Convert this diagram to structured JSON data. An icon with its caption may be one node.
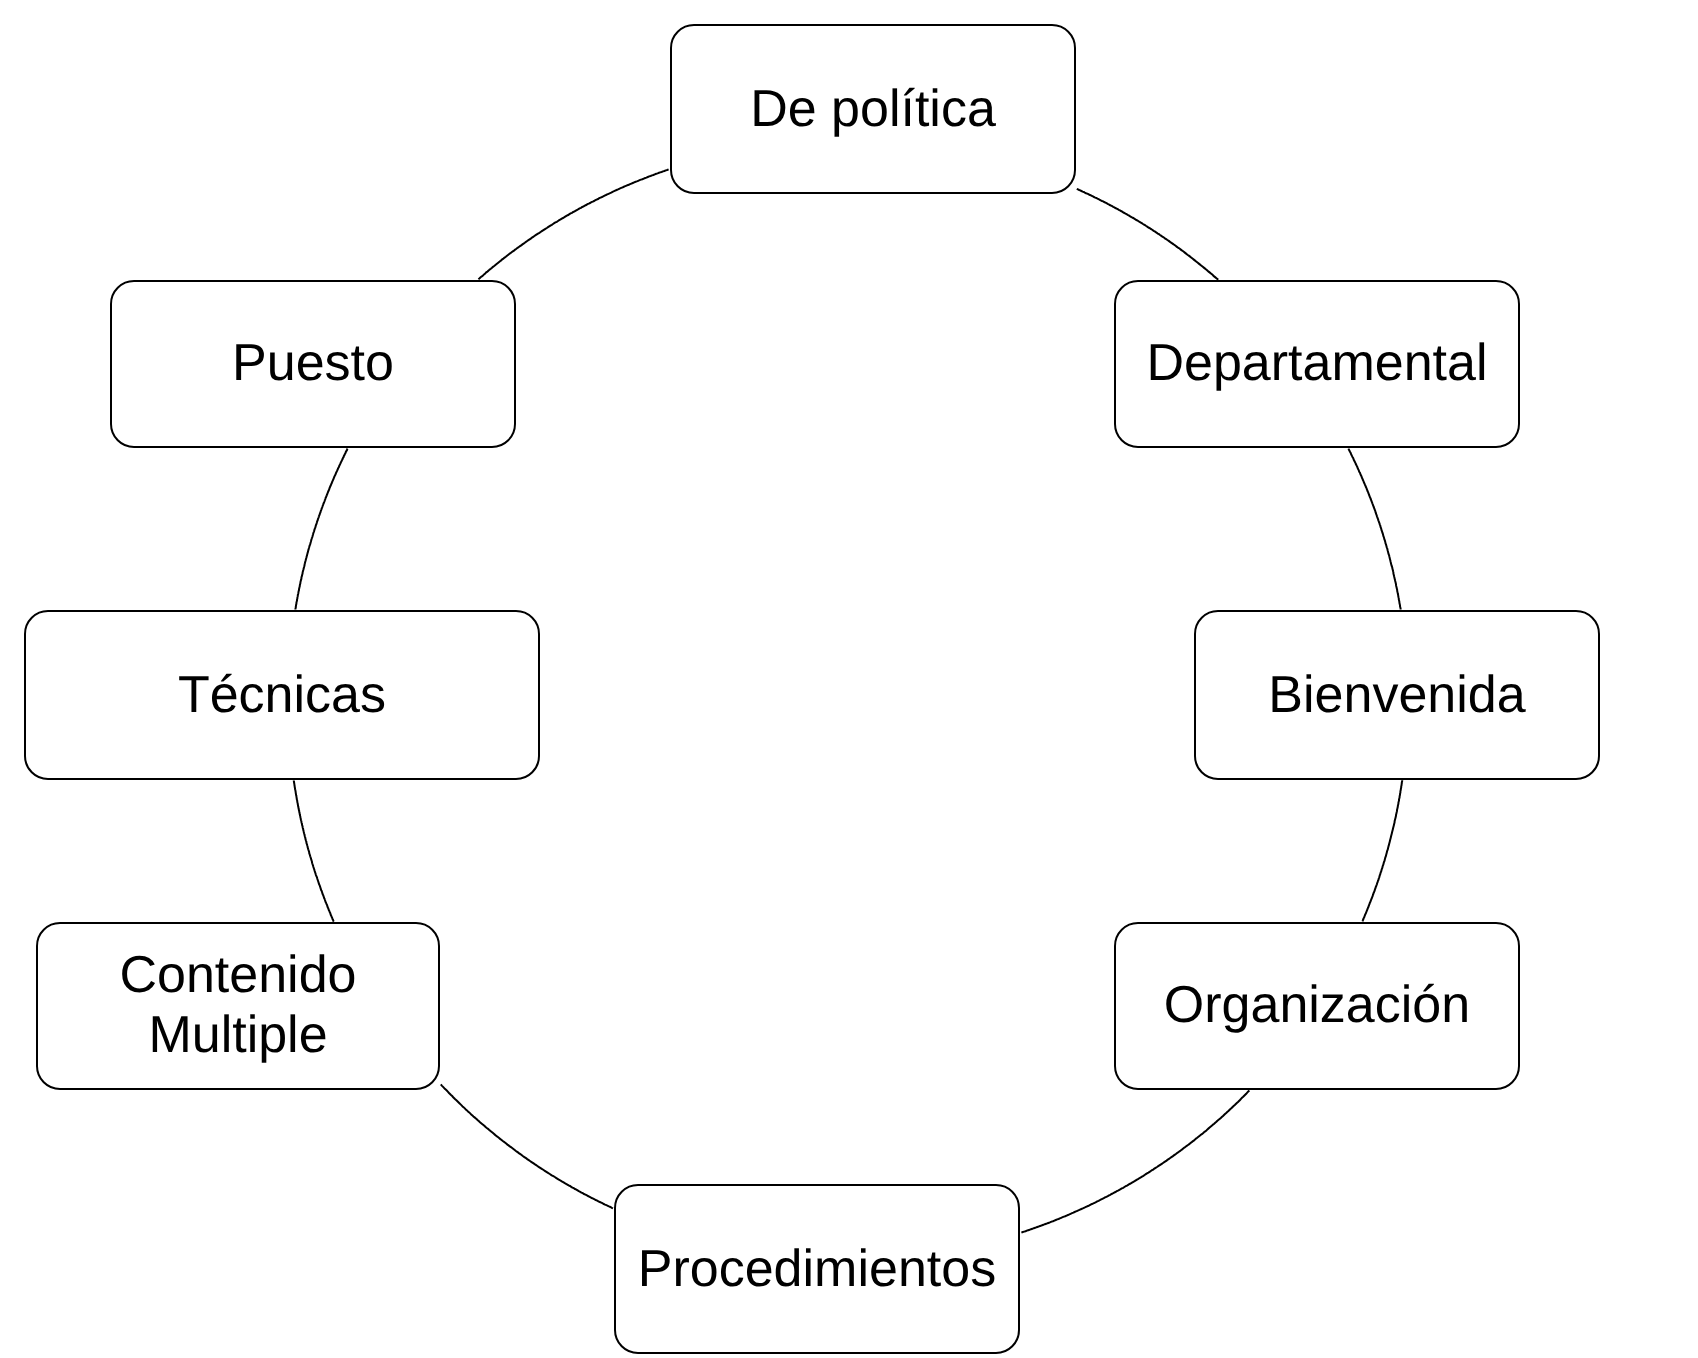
{
  "diagram": {
    "nodes": [
      {
        "text": [
          "De política"
        ]
      },
      {
        "text": [
          "Departamental"
        ]
      },
      {
        "text": [
          "Bienvenida"
        ]
      },
      {
        "text": [
          "Organización"
        ]
      },
      {
        "text": [
          "Procedimientos"
        ]
      },
      {
        "text": [
          "Contenido Multiple"
        ]
      },
      {
        "text": [
          "Técnicas"
        ]
      },
      {
        "text": [
          "Puesto"
        ]
      }
    ],
    "edges": [
      {
        "from": 0,
        "to": 1,
        "arrow": "none"
      },
      {
        "from": 1,
        "to": 2,
        "arrow": "none"
      },
      {
        "from": 2,
        "to": 3,
        "arrow": "none"
      },
      {
        "from": 3,
        "to": 4,
        "arrow": "none"
      },
      {
        "from": 4,
        "to": 5,
        "arrow": "none"
      },
      {
        "from": 5,
        "to": 6,
        "arrow": "none"
      },
      {
        "from": 6,
        "to": 7,
        "arrow": "none"
      },
      {
        "from": 7,
        "to": 0,
        "arrow": "none"
      }
    ]
  }
}
